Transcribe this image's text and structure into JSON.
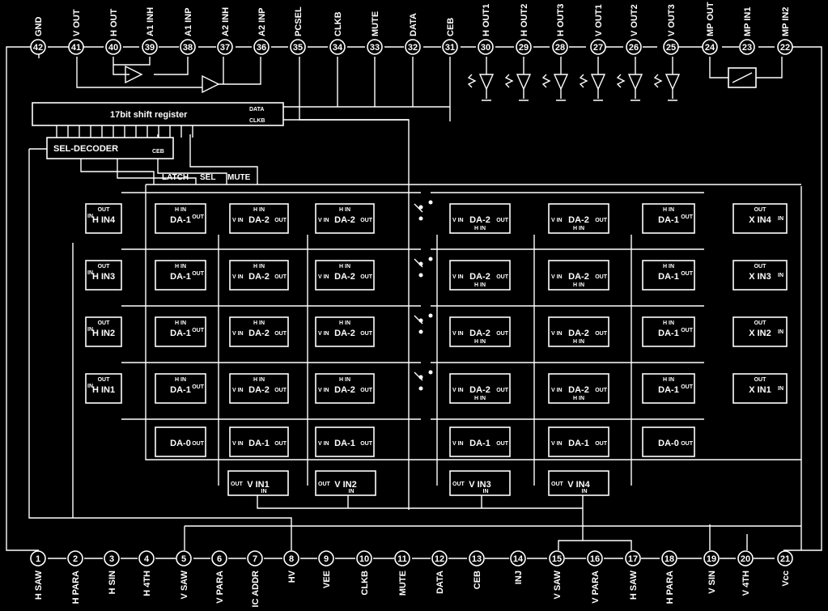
{
  "top_pins": [
    {
      "num": "42",
      "label": "GND"
    },
    {
      "num": "41",
      "label": "V OUT"
    },
    {
      "num": "40",
      "label": "H OUT"
    },
    {
      "num": "39",
      "label": "A1 INH"
    },
    {
      "num": "38",
      "label": "A1 INP"
    },
    {
      "num": "37",
      "label": "A2 INH"
    },
    {
      "num": "36",
      "label": "A2 INP"
    },
    {
      "num": "35",
      "label": "PCSEL"
    },
    {
      "num": "34",
      "label": "CLKB"
    },
    {
      "num": "33",
      "label": "MUTE"
    },
    {
      "num": "32",
      "label": "DATA"
    },
    {
      "num": "31",
      "label": "CEB"
    },
    {
      "num": "30",
      "label": "H OUT1"
    },
    {
      "num": "29",
      "label": "H OUT2"
    },
    {
      "num": "28",
      "label": "H OUT3"
    },
    {
      "num": "27",
      "label": "V OUT1"
    },
    {
      "num": "26",
      "label": "V OUT2"
    },
    {
      "num": "25",
      "label": "V OUT3"
    },
    {
      "num": "24",
      "label": "MP OUT"
    },
    {
      "num": "23",
      "label": "MP IN1"
    },
    {
      "num": "22",
      "label": "MP IN2"
    }
  ],
  "bottom_pins": [
    {
      "num": "1",
      "label": "H SAW"
    },
    {
      "num": "2",
      "label": "H PARA"
    },
    {
      "num": "3",
      "label": "H SIN"
    },
    {
      "num": "4",
      "label": "H 4TH"
    },
    {
      "num": "5",
      "label": "V SAW"
    },
    {
      "num": "6",
      "label": "V PARA"
    },
    {
      "num": "7",
      "label": "IC ADDR"
    },
    {
      "num": "8",
      "label": "HV"
    },
    {
      "num": "9",
      "label": "VEE"
    },
    {
      "num": "10",
      "label": "CLKB"
    },
    {
      "num": "11",
      "label": "MUTE"
    },
    {
      "num": "12",
      "label": "DATA"
    },
    {
      "num": "13",
      "label": "CEB"
    },
    {
      "num": "14",
      "label": "INJ"
    },
    {
      "num": "15",
      "label": "V SAW"
    },
    {
      "num": "16",
      "label": "V PARA"
    },
    {
      "num": "17",
      "label": "H SAW"
    },
    {
      "num": "18",
      "label": "H PARA"
    },
    {
      "num": "19",
      "label": "V SIN"
    },
    {
      "num": "20",
      "label": "V 4TH"
    },
    {
      "num": "21",
      "label": "Vcc"
    }
  ],
  "shift_register": {
    "title": "17bit shift register",
    "pin_data": "DATA",
    "pin_clkb": "CLKB"
  },
  "decoder": {
    "title": "SEL-DECODER",
    "pin": "CEB"
  },
  "control_labels": {
    "latch": "LATCH",
    "sel": "SEL",
    "mute": "MUTE"
  },
  "port": {
    "in": "IN",
    "out": "OUT",
    "hin": "H IN",
    "vin": "V IN"
  },
  "rows": [
    {
      "hin": "H IN4",
      "c1": "DA-1",
      "c2": "DA-2",
      "c3": "DA-2",
      "c4": "DA-2",
      "c5": "DA-2",
      "c6": "DA-1",
      "xin": "X IN4"
    },
    {
      "hin": "H IN3",
      "c1": "DA-1",
      "c2": "DA-2",
      "c3": "DA-2",
      "c4": "DA-2",
      "c5": "DA-2",
      "c6": "DA-1",
      "xin": "X IN3"
    },
    {
      "hin": "H IN2",
      "c1": "DA-1",
      "c2": "DA-2",
      "c3": "DA-2",
      "c4": "DA-2",
      "c5": "DA-2",
      "c6": "DA-1",
      "xin": "X IN2"
    },
    {
      "hin": "H IN1",
      "c1": "DA-1",
      "c2": "DA-2",
      "c3": "DA-2",
      "c4": "DA-2",
      "c5": "DA-2",
      "c6": "DA-1",
      "xin": "X IN1"
    }
  ],
  "bottom_row": {
    "b0": "DA-0",
    "b1": "DA-1",
    "b2": "DA-1",
    "b3": "DA-1",
    "b4": "DA-1",
    "b5": "DA-0"
  },
  "vin_blocks": [
    "V IN1",
    "V IN2",
    "V IN3",
    "V IN4"
  ]
}
